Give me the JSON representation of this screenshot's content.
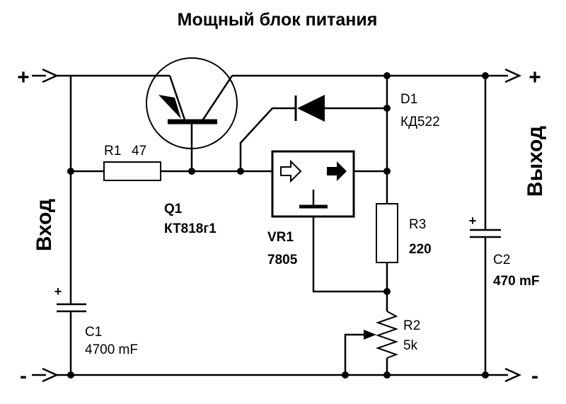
{
  "title": "Мощный  блок питания",
  "input_label": "Вход",
  "output_label": "Выход",
  "terminals": {
    "in_plus": "+",
    "in_minus": "-",
    "out_plus": "+",
    "out_minus": "-"
  },
  "components": {
    "r1": {
      "name": "R1",
      "value": "47"
    },
    "q1": {
      "name": "Q1",
      "value": "КТ818г1"
    },
    "d1": {
      "name": "D1",
      "value": "КД522"
    },
    "vr1": {
      "name": "VR1",
      "value": "7805"
    },
    "r3": {
      "name": "R3",
      "value": "220"
    },
    "r2": {
      "name": "R2",
      "value": "5k"
    },
    "c1": {
      "name": "C1",
      "value": "4700 mF",
      "polarity": "+"
    },
    "c2": {
      "name": "C2",
      "value": "470 mF",
      "polarity": "+"
    }
  }
}
